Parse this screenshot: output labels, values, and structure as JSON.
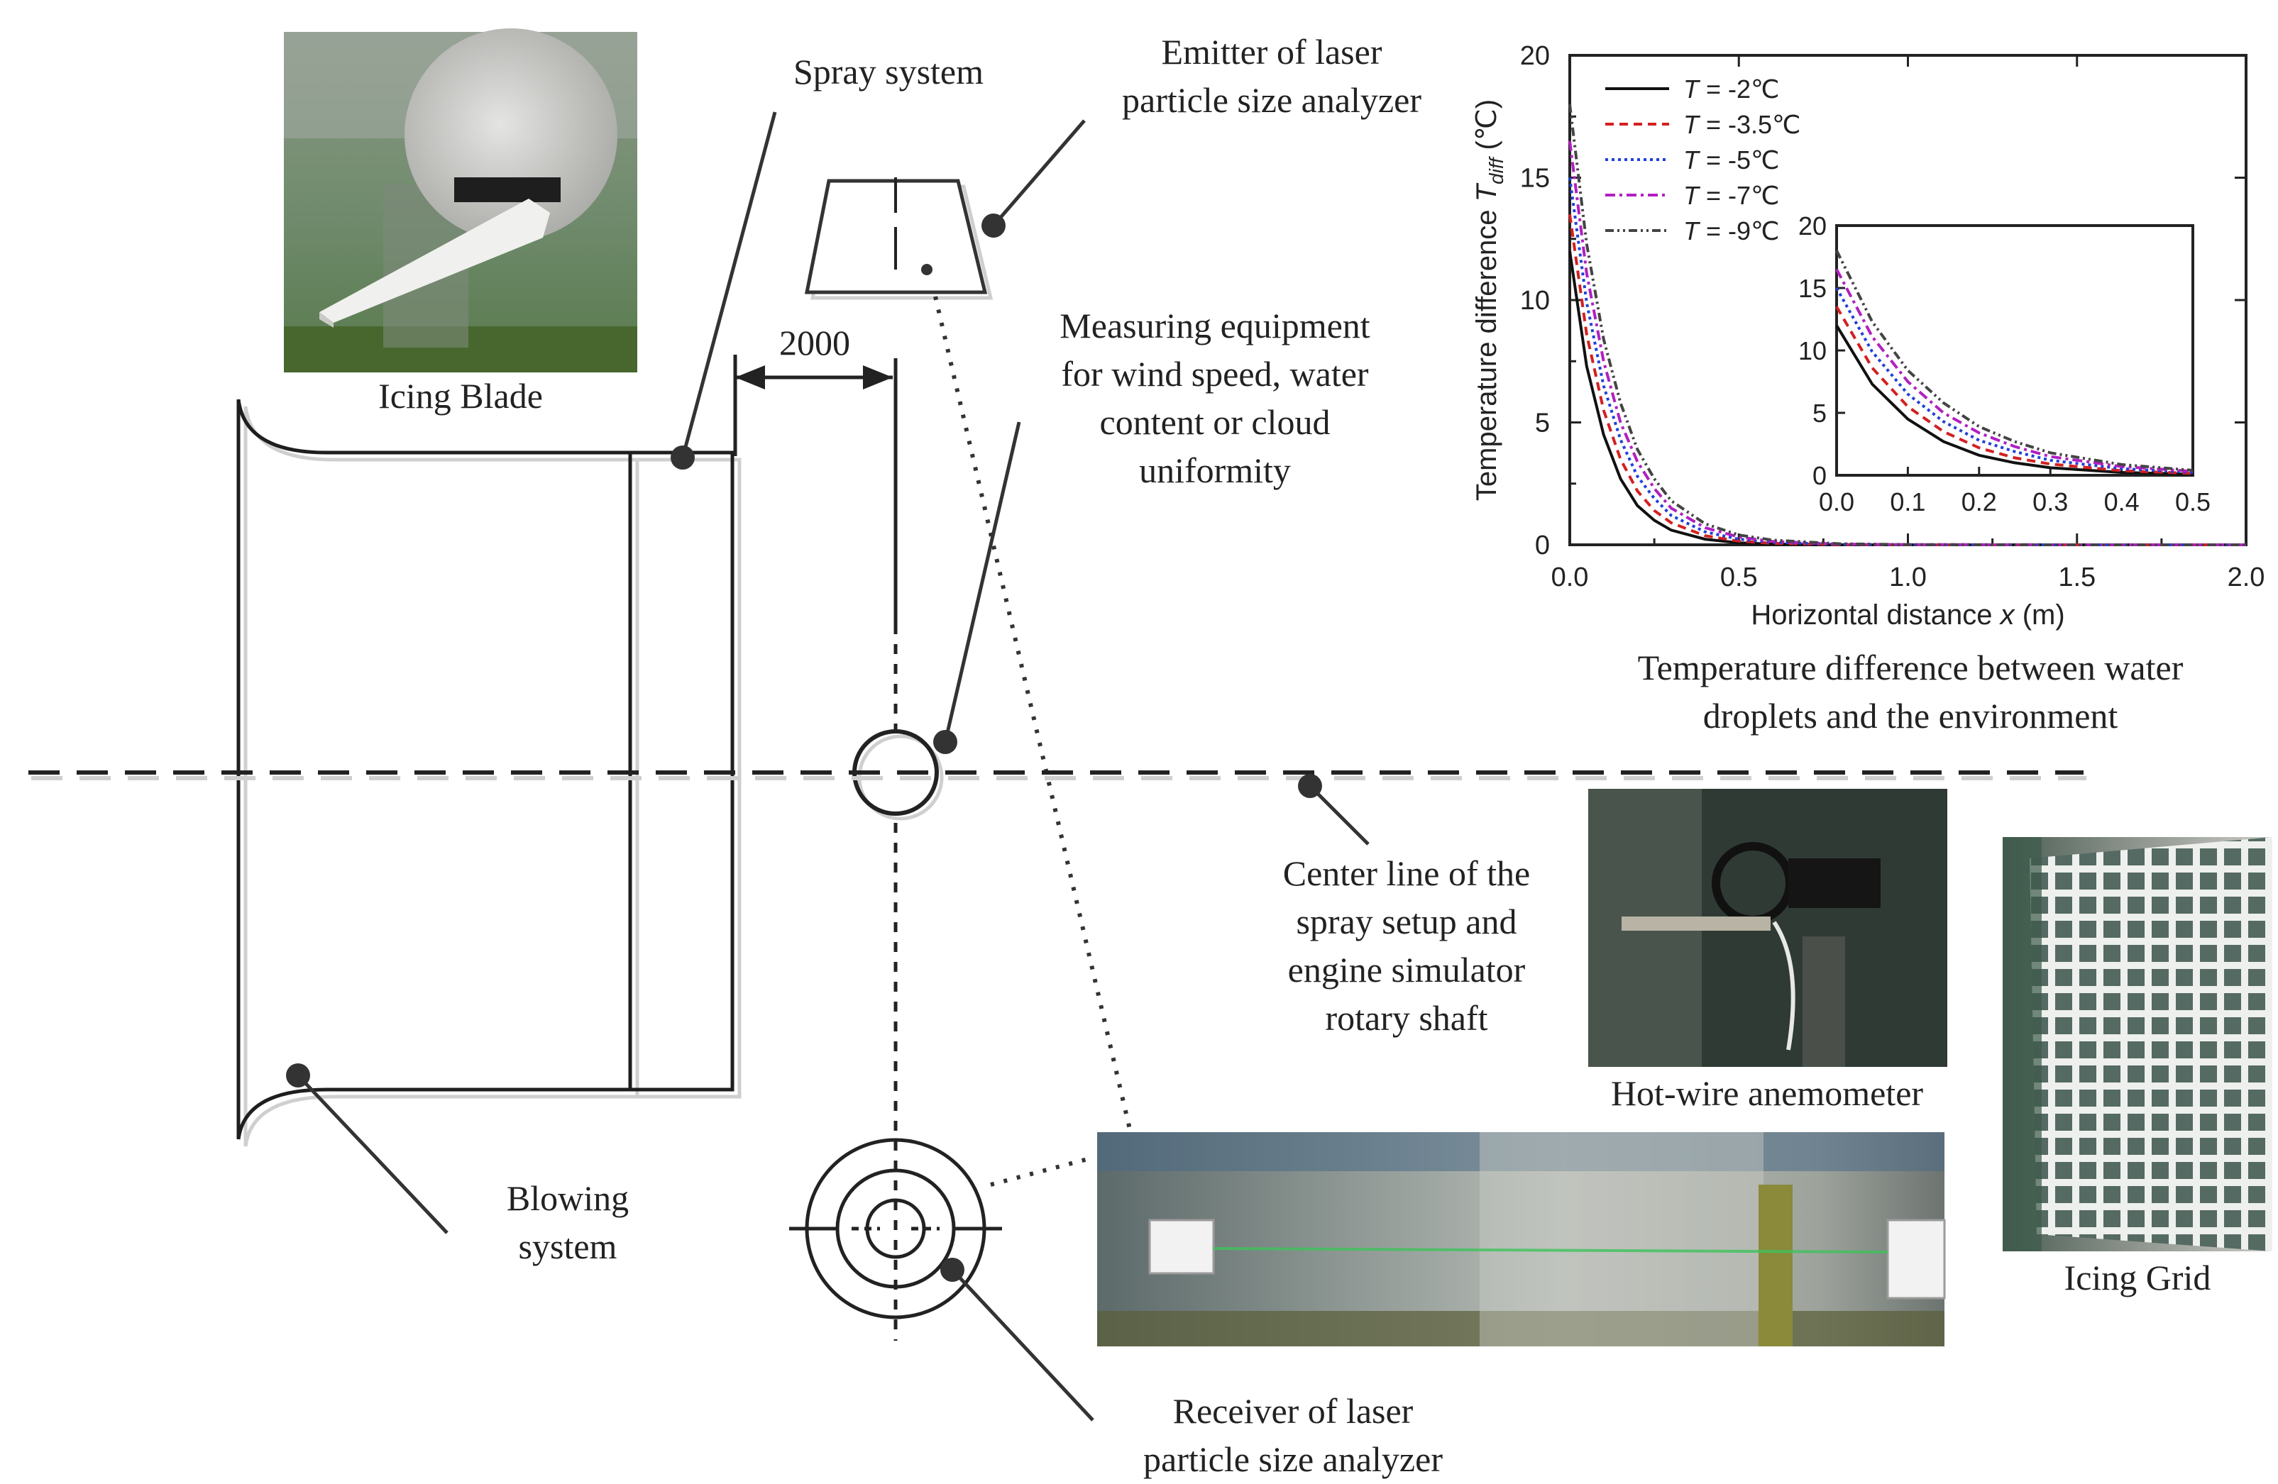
{
  "labels": {
    "icing_blade": "Icing Blade",
    "spray_system": "Spray system",
    "emitter_line1": "Emitter of laser",
    "emitter_line2": "particle size analyzer",
    "dimension": "2000",
    "measuring_line1": "Measuring equipment",
    "measuring_line2": "for wind speed, water",
    "measuring_line3": "content or cloud",
    "measuring_line4": "uniformity",
    "chart_caption_line1": "Temperature difference between water",
    "chart_caption_line2": "droplets and the environment",
    "centerline_line1": "Center line of the",
    "centerline_line2": "spray setup and",
    "centerline_line3": "engine simulator",
    "centerline_line4": "rotary shaft",
    "hotwire": "Hot-wire anemometer",
    "icing_grid": "Icing Grid",
    "blowing_line1": "Blowing",
    "blowing_line2": "system",
    "receiver_line1": "Receiver of laser",
    "receiver_line2": "particle size analyzer"
  },
  "chart_data": {
    "type": "line",
    "xlabel_prefix": "Horizontal distance ",
    "xlabel_var": "x",
    "xlabel_suffix": " (m)",
    "ylabel_prefix": "Temperature difference ",
    "ylabel_var": "T",
    "ylabel_sub": "diff",
    "ylabel_suffix": " (℃)",
    "xlim": [
      0,
      2.0
    ],
    "ylim": [
      0,
      20
    ],
    "xticks": [
      "0.0",
      "0.5",
      "1.0",
      "1.5",
      "2.0"
    ],
    "yticks": [
      "0",
      "5",
      "10",
      "15",
      "20"
    ],
    "legend_position": "top-left",
    "series": [
      {
        "name": "T = -2℃",
        "var": "T",
        "rest": " = -2℃",
        "color": "#111111",
        "dash": "none",
        "x": [
          0,
          0.05,
          0.1,
          0.15,
          0.2,
          0.25,
          0.3,
          0.4,
          0.5,
          0.6,
          0.8,
          1.0,
          1.5,
          2.0
        ],
        "y": [
          12.0,
          7.3,
          4.5,
          2.7,
          1.6,
          1.0,
          0.6,
          0.23,
          0.08,
          0.03,
          0.0,
          0.0,
          0.0,
          0.0
        ]
      },
      {
        "name": "T = -3.5℃",
        "var": "T",
        "rest": " = -3.5℃",
        "color": "#d42020",
        "dash": "12,8",
        "x": [
          0,
          0.05,
          0.1,
          0.15,
          0.2,
          0.25,
          0.3,
          0.4,
          0.5,
          0.6,
          0.8,
          1.0,
          1.5,
          2.0
        ],
        "y": [
          13.5,
          8.6,
          5.5,
          3.5,
          2.2,
          1.4,
          0.9,
          0.37,
          0.15,
          0.06,
          0.01,
          0.0,
          0.0,
          0.0
        ]
      },
      {
        "name": "T = -5℃",
        "var": "T",
        "rest": " = -5℃",
        "color": "#2040d8",
        "dash": "4,5",
        "x": [
          0,
          0.05,
          0.1,
          0.15,
          0.2,
          0.25,
          0.3,
          0.4,
          0.5,
          0.6,
          0.8,
          1.0,
          1.5,
          2.0
        ],
        "y": [
          15.0,
          9.9,
          6.5,
          4.3,
          2.8,
          1.9,
          1.2,
          0.53,
          0.23,
          0.1,
          0.02,
          0.0,
          0.0,
          0.0
        ]
      },
      {
        "name": "T = -7℃",
        "var": "T",
        "rest": " = -7℃",
        "color": "#b020c0",
        "dash": "14,6,4,6",
        "x": [
          0,
          0.05,
          0.1,
          0.15,
          0.2,
          0.25,
          0.3,
          0.4,
          0.5,
          0.6,
          0.8,
          1.0,
          1.5,
          2.0
        ],
        "y": [
          16.5,
          11.1,
          7.5,
          5.0,
          3.4,
          2.3,
          1.5,
          0.7,
          0.32,
          0.14,
          0.03,
          0.01,
          0.0,
          0.0
        ]
      },
      {
        "name": "T = -9℃",
        "var": "T",
        "rest": " = -9℃",
        "color": "#444444",
        "dash": "12,5,3,5,3,5",
        "x": [
          0,
          0.05,
          0.1,
          0.15,
          0.2,
          0.25,
          0.3,
          0.4,
          0.5,
          0.6,
          0.8,
          1.0,
          1.5,
          2.0
        ],
        "y": [
          18.0,
          12.3,
          8.4,
          5.8,
          3.9,
          2.7,
          1.8,
          0.86,
          0.4,
          0.19,
          0.04,
          0.01,
          0.0,
          0.0
        ]
      }
    ],
    "inset": {
      "xlim": [
        0,
        0.5
      ],
      "ylim": [
        0,
        20
      ],
      "xticks": [
        "0.0",
        "0.1",
        "0.2",
        "0.3",
        "0.4",
        "0.5"
      ],
      "yticks": [
        "0",
        "5",
        "10",
        "15",
        "20"
      ]
    }
  }
}
